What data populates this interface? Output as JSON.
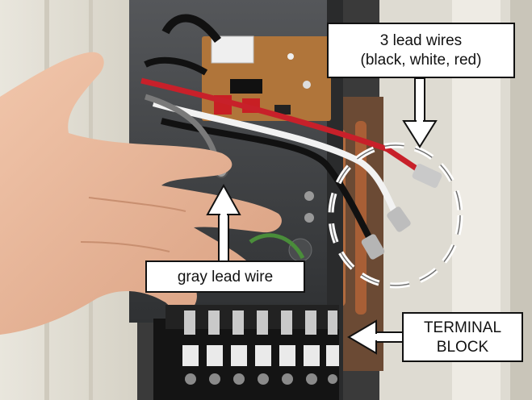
{
  "callouts": {
    "three_lead": {
      "line1": "3 lead wires",
      "line2": "(black, white, red)"
    },
    "gray_lead": {
      "label": "gray lead wire"
    },
    "terminal_block": {
      "line1": "TERMINAL",
      "line2": "BLOCK"
    }
  },
  "colors": {
    "wire_red": "#c8202a",
    "wire_white": "#f2f2f2",
    "wire_black": "#111111",
    "wire_gray": "#7a7a7a",
    "pcb": "#b0753a",
    "skin": "#e8b89c"
  }
}
